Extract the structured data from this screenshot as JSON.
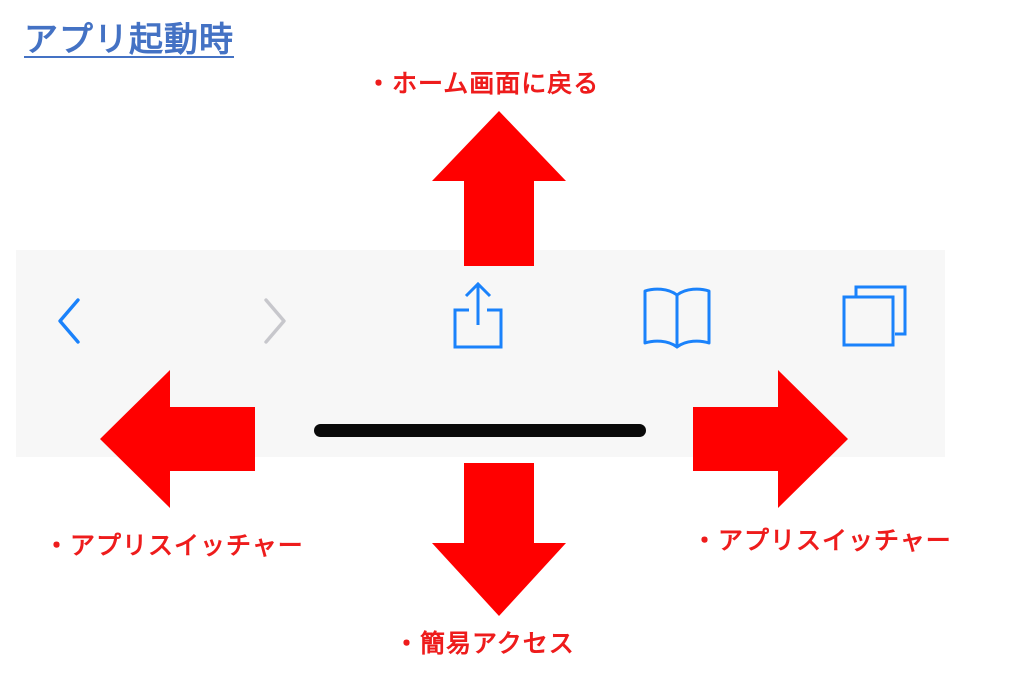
{
  "page": {
    "heading": "アプリ起動時"
  },
  "toolbar": {
    "icons": [
      "back-chevron-icon",
      "forward-chevron-icon",
      "share-icon",
      "bookmarks-book-icon",
      "tabs-icon"
    ],
    "colors": {
      "background": "#f7f7f7",
      "accent": "#1a82fb",
      "disabled": "#c7c7cc",
      "home_indicator": "#0a0a0a"
    }
  },
  "gestures": {
    "up_label": "・ホーム画面に戻る",
    "left_label": "・アプリスイッチャー",
    "right_label": "・アプリスイッチャー",
    "down_label": "・簡易アクセス",
    "arrow_color": "#ff0000"
  }
}
